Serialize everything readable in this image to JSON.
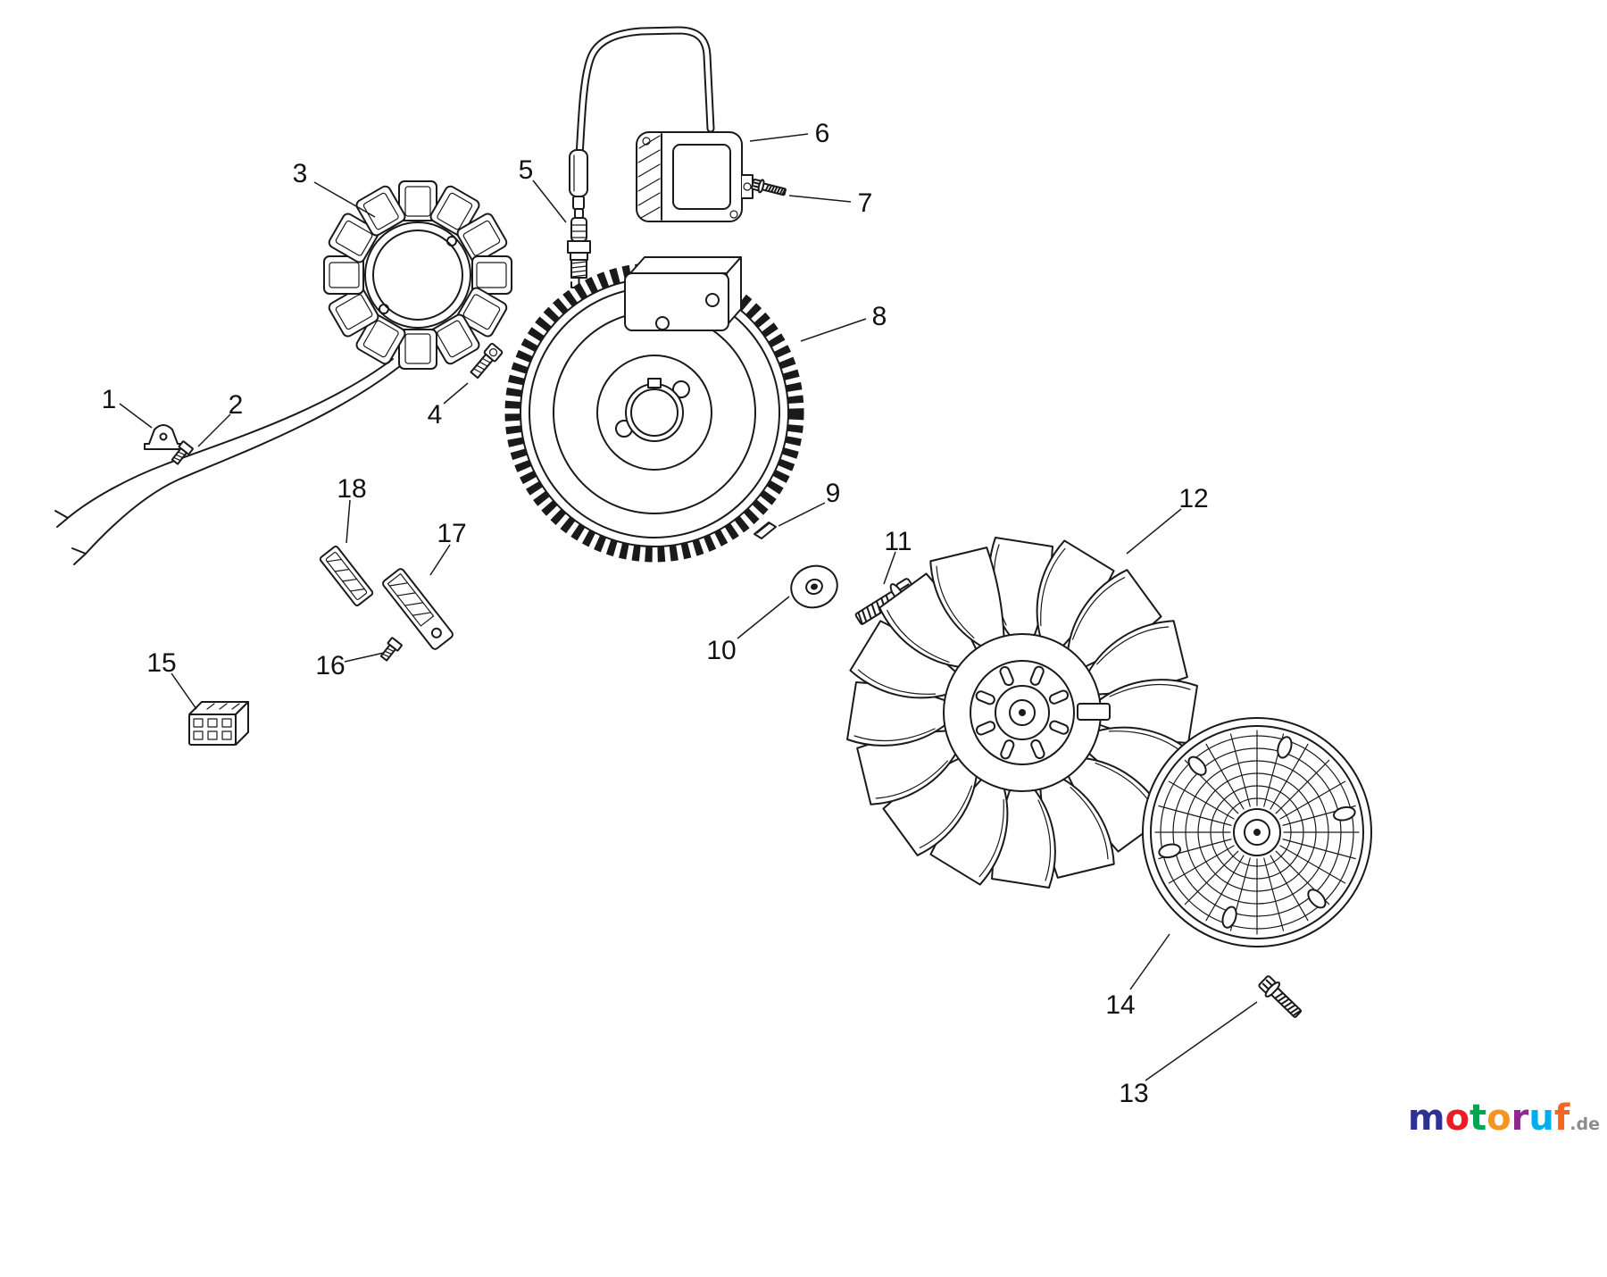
{
  "diagram": {
    "description": "Exploded parts line diagram of an engine ignition and flywheel assembly",
    "labels": {
      "p1": "1",
      "p2": "2",
      "p3": "3",
      "p4": "4",
      "p5": "5",
      "p6": "6",
      "p7": "7",
      "p8": "8",
      "p9": "9",
      "p10": "10",
      "p11": "11",
      "p12": "12",
      "p13": "13",
      "p14": "14",
      "p15": "15",
      "p16": "16",
      "p17": "17",
      "p18": "18"
    }
  },
  "watermark": {
    "letters": [
      {
        "char": "m",
        "color": "#2e3192"
      },
      {
        "char": "o",
        "color": "#ed1c24"
      },
      {
        "char": "t",
        "color": "#00a651"
      },
      {
        "char": "o",
        "color": "#f7941d"
      },
      {
        "char": "r",
        "color": "#92278f"
      },
      {
        "char": "u",
        "color": "#00aeef"
      },
      {
        "char": "f",
        "color": "#f26522"
      }
    ],
    "suffix": ".de",
    "suffix_color": "#8d8d8d"
  }
}
